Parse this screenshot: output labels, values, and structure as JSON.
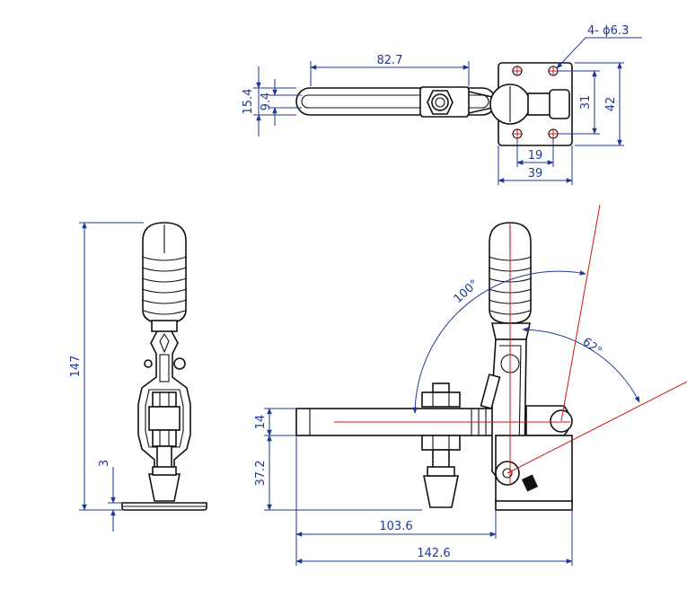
{
  "colors": {
    "dimension": "#1f3a93",
    "centerline": "#d21414",
    "outline": "#111111"
  },
  "dimensions": {
    "handle_length": "82.7",
    "handle_height_outer": "15.4",
    "handle_height_inner": "9.4",
    "holes": "4- ϕ6.3",
    "base_height_inner": "31",
    "base_height_outer": "42",
    "base_width_inner": "19",
    "base_width_outer": "39",
    "total_height": "147",
    "base_thickness": "3",
    "bar_thickness": "14",
    "spindle_height": "37.2",
    "reach": "103.6",
    "overall_length": "142.6",
    "open_angle": "100°",
    "pivot_angle": "62°"
  }
}
